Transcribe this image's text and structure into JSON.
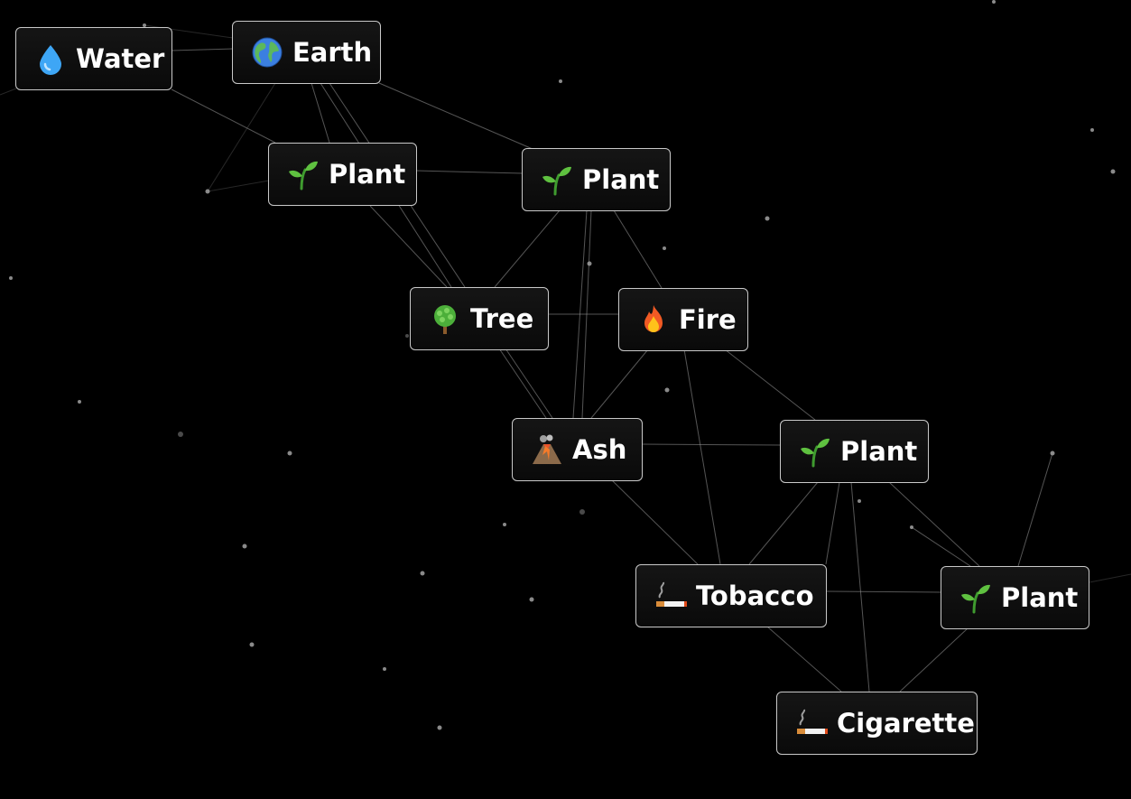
{
  "elements": [
    {
      "label": "Water",
      "icon": "droplet-icon"
    },
    {
      "label": "Earth",
      "icon": "globe-icon"
    },
    {
      "label": "Plant",
      "icon": "seedling-icon"
    },
    {
      "label": "Plant",
      "icon": "seedling-icon"
    },
    {
      "label": "Tree",
      "icon": "tree-icon"
    },
    {
      "label": "Fire",
      "icon": "fire-icon"
    },
    {
      "label": "Ash",
      "icon": "volcano-icon"
    },
    {
      "label": "Plant",
      "icon": "seedling-icon"
    },
    {
      "label": "Tobacco",
      "icon": "cigarette-icon"
    },
    {
      "label": "Plant",
      "icon": "seedling-icon"
    },
    {
      "label": "Cigarette",
      "icon": "cigarette-icon"
    }
  ],
  "colors": {
    "background": "#000000",
    "tile_border": "#c9c9c9",
    "tile_text": "#ffffff",
    "link_line": "#9a9a9a"
  }
}
